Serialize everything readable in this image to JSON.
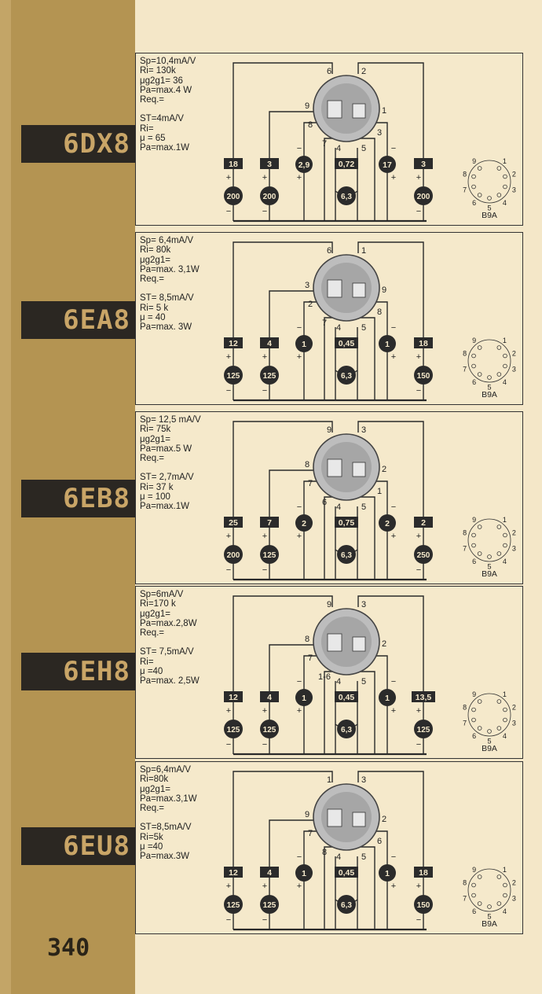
{
  "page_number": "340",
  "tubes": [
    {
      "type_label": "6DX8",
      "params_top": [
        "Sp=10,4mA/V",
        "Ri= 130k",
        "μg2g1= 36",
        "Pa=max.4 W",
        "Req.="
      ],
      "params_bottom": [
        "ST=4mA/V",
        "Ri=",
        "μ = 65",
        "Pa=max.1W"
      ],
      "pins": {
        "top_left": "6",
        "top_right": "2",
        "left_mid": "9",
        "left_low": "8",
        "bottom_left": "7",
        "bottom_mid_left": "4",
        "bottom_mid_right": "5",
        "bottom_right": "3",
        "right_mid": "1"
      },
      "box_values": [
        "18",
        "3",
        "0,72",
        "3"
      ],
      "circle_values_top": [
        "2,9",
        "17"
      ],
      "circle_values_bottom": [
        "200",
        "200",
        "6,3",
        "200"
      ],
      "socket_name": "B9A",
      "socket_pins": [
        "1",
        "2",
        "3",
        "4",
        "5",
        "6",
        "7",
        "8",
        "9"
      ]
    },
    {
      "type_label": "6EA8",
      "params_top": [
        "Sp= 6,4mA/V",
        "Ri= 80k",
        "μg2g1=",
        "Pa=max. 3,1W",
        "Req.="
      ],
      "params_bottom": [
        "ST= 8,5mA/V",
        "Ri= 5 k",
        "μ = 40",
        "Pa=max. 3W"
      ],
      "pins": {
        "top_left": "6",
        "top_right": "1",
        "left_mid": "3",
        "left_low": "2",
        "bottom_left": "7",
        "bottom_mid_left": "4",
        "bottom_mid_right": "5",
        "bottom_right": "8",
        "right_mid": "9"
      },
      "box_values": [
        "12",
        "4",
        "0,45",
        "18"
      ],
      "circle_values_top": [
        "1",
        "1"
      ],
      "circle_values_bottom": [
        "125",
        "125",
        "6,3",
        "150"
      ],
      "socket_name": "B9A",
      "socket_pins": [
        "1",
        "2",
        "3",
        "4",
        "5",
        "6",
        "7",
        "8",
        "9"
      ]
    },
    {
      "type_label": "6EB8",
      "params_top": [
        "Sp= 12,5 mA/V",
        "Ri= 75k",
        "μg2g1=",
        "Pa=max.5 W",
        "Req.="
      ],
      "params_bottom": [
        "ST= 2,7mA/V",
        "Ri= 37 k",
        "μ = 100",
        "Pa=max.1W"
      ],
      "pins": {
        "top_left": "9",
        "top_right": "3",
        "left_mid": "8",
        "left_low": "7",
        "bottom_left": "6",
        "bottom_mid_left": "4",
        "bottom_mid_right": "5",
        "bottom_right": "1",
        "right_mid": "2"
      },
      "box_values": [
        "25",
        "7",
        "0,75",
        "2"
      ],
      "circle_values_top": [
        "2",
        "2"
      ],
      "circle_values_bottom": [
        "200",
        "125",
        "6,3",
        "250"
      ],
      "socket_name": "B9A",
      "socket_pins": [
        "1",
        "2",
        "3",
        "4",
        "5",
        "6",
        "7",
        "8",
        "9"
      ]
    },
    {
      "type_label": "6EH8",
      "params_top": [
        "Sp=6mA/V",
        "Ri=170 k",
        "μg2g1=",
        "Pa=max.2,8W",
        "Req.="
      ],
      "params_bottom": [
        "ST= 7,5mA/V",
        "Ri=",
        "μ =40",
        "Pa=max. 2,5W"
      ],
      "pins": {
        "top_left": "9",
        "top_right": "3",
        "left_mid": "8",
        "left_low": "7",
        "bottom_left": "1-6",
        "bottom_mid_left": "4",
        "bottom_mid_right": "5",
        "bottom_right": "",
        "right_mid": "2"
      },
      "box_values": [
        "12",
        "4",
        "0,45",
        "13,5"
      ],
      "circle_values_top": [
        "1",
        "1"
      ],
      "circle_values_bottom": [
        "125",
        "125",
        "6,3",
        "125"
      ],
      "socket_name": "B9A",
      "socket_pins": [
        "1",
        "2",
        "3",
        "4",
        "5",
        "6",
        "7",
        "8",
        "9"
      ]
    },
    {
      "type_label": "6EU8",
      "params_top": [
        "Sp=6,4mA/V",
        "Ri=80k",
        "μg2g1=",
        "Pa=max.3,1W",
        "Req.="
      ],
      "params_bottom": [
        "ST=8,5mA/V",
        "Ri=5k",
        "μ =40",
        "Pa=max.3W"
      ],
      "pins": {
        "top_left": "1",
        "top_right": "3",
        "left_mid": "9",
        "left_low": "7",
        "bottom_left": "8",
        "bottom_mid_left": "4",
        "bottom_mid_right": "5",
        "bottom_right": "6",
        "right_mid": "2"
      },
      "box_values": [
        "12",
        "4",
        "0,45",
        "18"
      ],
      "circle_values_top": [
        "1",
        "1"
      ],
      "circle_values_bottom": [
        "125",
        "125",
        "6,3",
        "150"
      ],
      "socket_name": "B9A",
      "socket_pins": [
        "1",
        "2",
        "3",
        "4",
        "5",
        "6",
        "7",
        "8",
        "9"
      ]
    }
  ],
  "signs": {
    "plus": "+",
    "minus": "−"
  }
}
